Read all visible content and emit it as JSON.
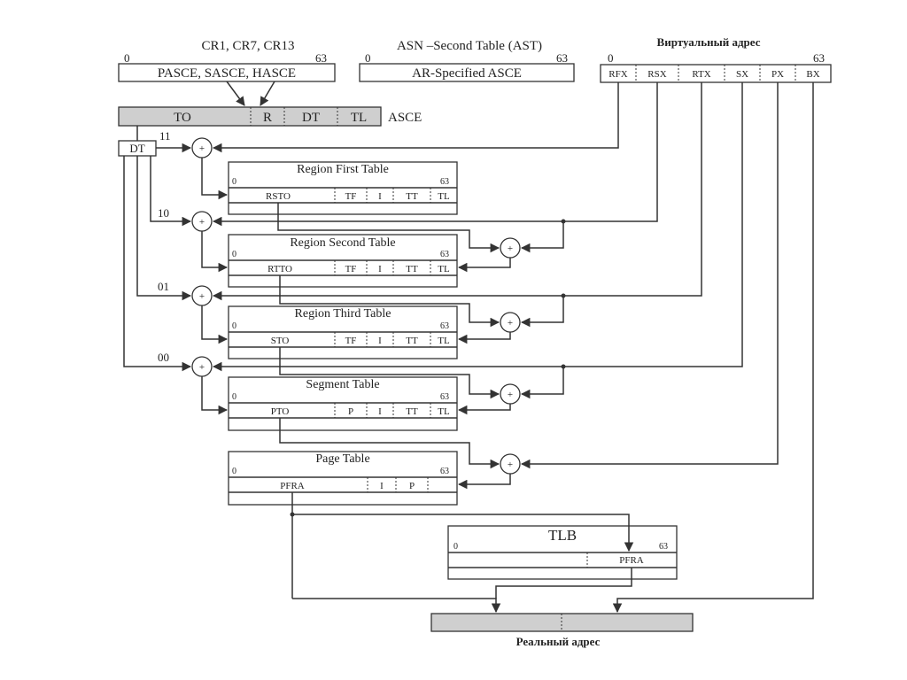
{
  "control_registers": {
    "title": "CR1, CR7, CR13",
    "bit_start": "0",
    "bit_end": "63",
    "content": "PASCE, SASCE, HASCE"
  },
  "ast": {
    "title": "ASN –Second Table (AST)",
    "bit_start": "0",
    "bit_end": "63",
    "content": "AR-Specified ASCE"
  },
  "virtual_address": {
    "title": "Виртуальный адрес",
    "bit_start": "0",
    "bit_end": "63",
    "fields": [
      "RFX",
      "RSX",
      "RTX",
      "SX",
      "PX",
      "BX"
    ]
  },
  "asce": {
    "label": "ASCE",
    "fields": [
      "TO",
      "R",
      "DT",
      "TL"
    ]
  },
  "dt_box": {
    "label": "DT",
    "codes": [
      "11",
      "10",
      "01",
      "00"
    ]
  },
  "adder_symbol": "+",
  "tables": [
    {
      "title": "Region First Table",
      "bit_start": "0",
      "bit_end": "63",
      "fields": [
        "RSTO",
        "TF",
        "I",
        "TT",
        "TL"
      ]
    },
    {
      "title": "Region Second Table",
      "bit_start": "0",
      "bit_end": "63",
      "fields": [
        "RTTO",
        "TF",
        "I",
        "TT",
        "TL"
      ]
    },
    {
      "title": "Region Third Table",
      "bit_start": "0",
      "bit_end": "63",
      "fields": [
        "STO",
        "TF",
        "I",
        "TT",
        "TL"
      ]
    },
    {
      "title": "Segment Table",
      "bit_start": "0",
      "bit_end": "63",
      "fields": [
        "PTO",
        "P",
        "I",
        "TT",
        "TL"
      ]
    },
    {
      "title": "Page Table",
      "bit_start": "0",
      "bit_end": "63",
      "fields": [
        "PFRA",
        "I",
        "P"
      ]
    }
  ],
  "tlb": {
    "title": "TLB",
    "bit_start": "0",
    "bit_end": "63",
    "field": "PFRA"
  },
  "real_address": {
    "label": "Реальный адрес"
  }
}
